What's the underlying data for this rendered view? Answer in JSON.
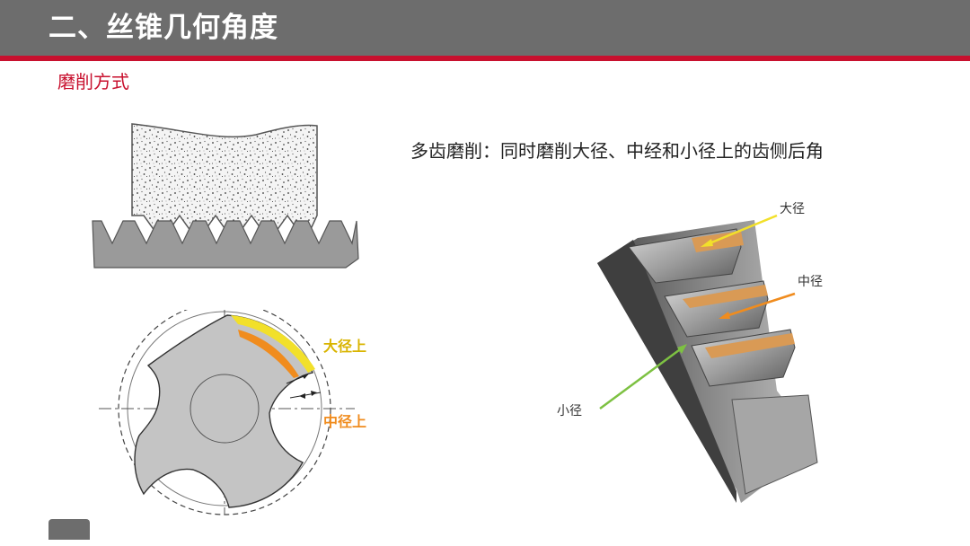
{
  "header": {
    "title": "二、丝锥几何角度"
  },
  "subtitle": "磨削方式",
  "description": "多齿磨削：同时磨削大径、中经和小径上的齿侧后角",
  "cross_section": {
    "label_major": "大径上",
    "label_pitch": "中径上"
  },
  "thread_3d": {
    "label_major": "大径",
    "label_pitch": "中径",
    "label_minor": "小径"
  },
  "colors": {
    "accent": "#c8102e",
    "header_bg": "#6d6d6d",
    "yellow": "#f2e02a",
    "orange": "#f08c1e",
    "green": "#7dc142"
  }
}
